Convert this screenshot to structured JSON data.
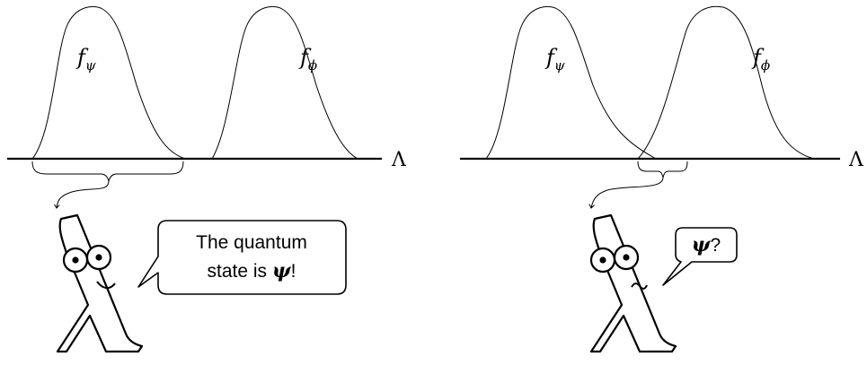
{
  "left_panel": {
    "label_f": "f",
    "label_psi_sub": "ψ",
    "label_phi_sub": "ϕ",
    "axis_label": "Λ",
    "speech_line1": "The quantum",
    "speech_line2_prefix": "state is ",
    "speech_psi": "ψ",
    "speech_suffix": "!"
  },
  "right_panel": {
    "label_f": "f",
    "label_psi_sub": "ψ",
    "label_phi_sub": "ϕ",
    "axis_label": "Λ",
    "speech_psi": "ψ",
    "speech_suffix": "?"
  }
}
